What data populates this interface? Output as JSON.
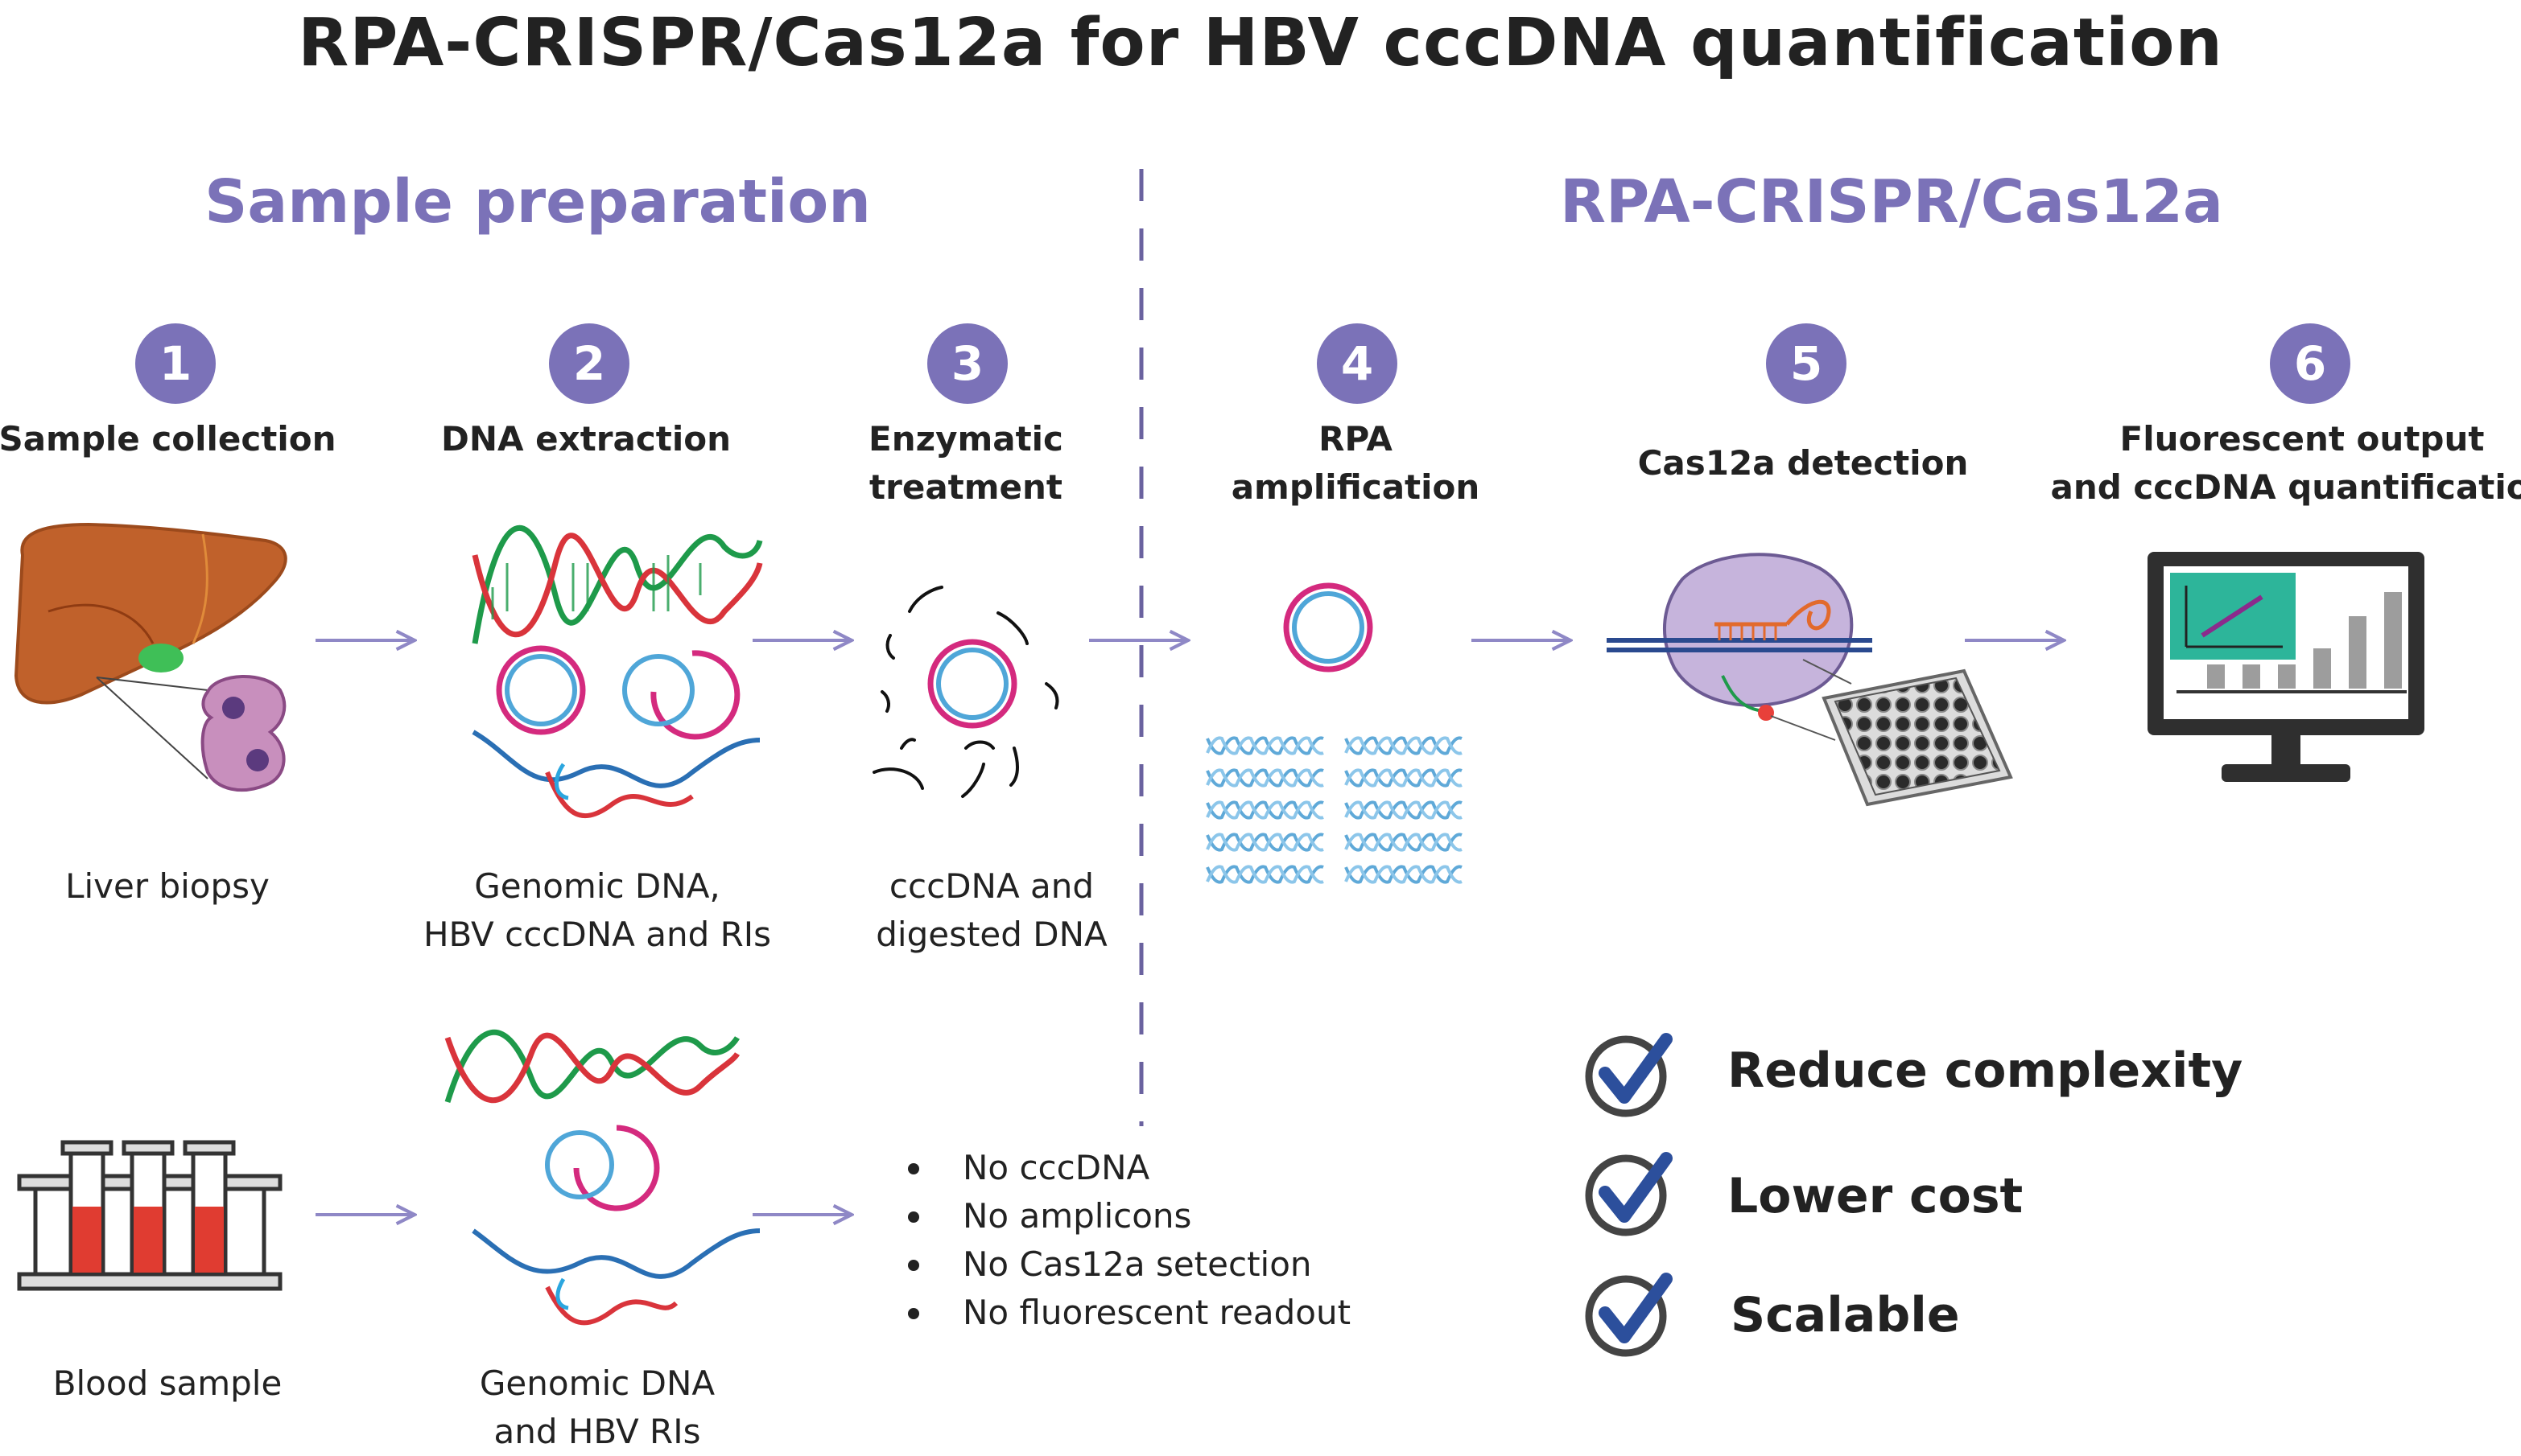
{
  "title": "RPA-CRISPR/Cas12a for HBV cccDNA quantification",
  "sections": {
    "left": "Sample preparation",
    "right": "RPA-CRISPR/Cas12a"
  },
  "steps": [
    {
      "number": "1",
      "label": "Sample collection"
    },
    {
      "number": "2",
      "label": "DNA extraction"
    },
    {
      "number": "3",
      "label": "Enzymatic\ntreatment"
    },
    {
      "number": "4",
      "label": "RPA\namplification"
    },
    {
      "number": "5",
      "label": "Cas12a detection"
    },
    {
      "number": "6",
      "label": "Fluorescent output\nand cccDNA quantification"
    }
  ],
  "captions": {
    "liver": "Liver biopsy",
    "genomic_liver": "Genomic DNA,\nHBV cccDNA and RIs",
    "cccdna_digested": "cccDNA and\ndigested DNA",
    "blood": "Blood sample",
    "genomic_blood": "Genomic DNA\nand HBV RIs"
  },
  "negative_results": [
    "No cccDNA",
    "No amplicons",
    "No Cas12a setection",
    "No fluorescent readout"
  ],
  "benefits": [
    "Reduce complexity",
    "Lower cost",
    "Scalable"
  ],
  "colors": {
    "accent_purple": "#7b72b8",
    "arrow": "#8f88c6",
    "dna_green": "#1e9a4a",
    "dna_red": "#d9343b",
    "circle_magenta": "#d42a7e",
    "circle_blue": "#4fa6d8",
    "wave_blue": "#2a6fb4",
    "liver": "#c0612b",
    "check_blue": "#2c4f9c",
    "check_ring": "#444444"
  },
  "icons": {
    "liver": "liver-icon",
    "cells": "hepatocyte-icon",
    "tubes": "test-tube-rack-icon",
    "plate": "well-plate-icon",
    "monitor": "monitor-chart-icon",
    "check": "checkmark-icon"
  }
}
